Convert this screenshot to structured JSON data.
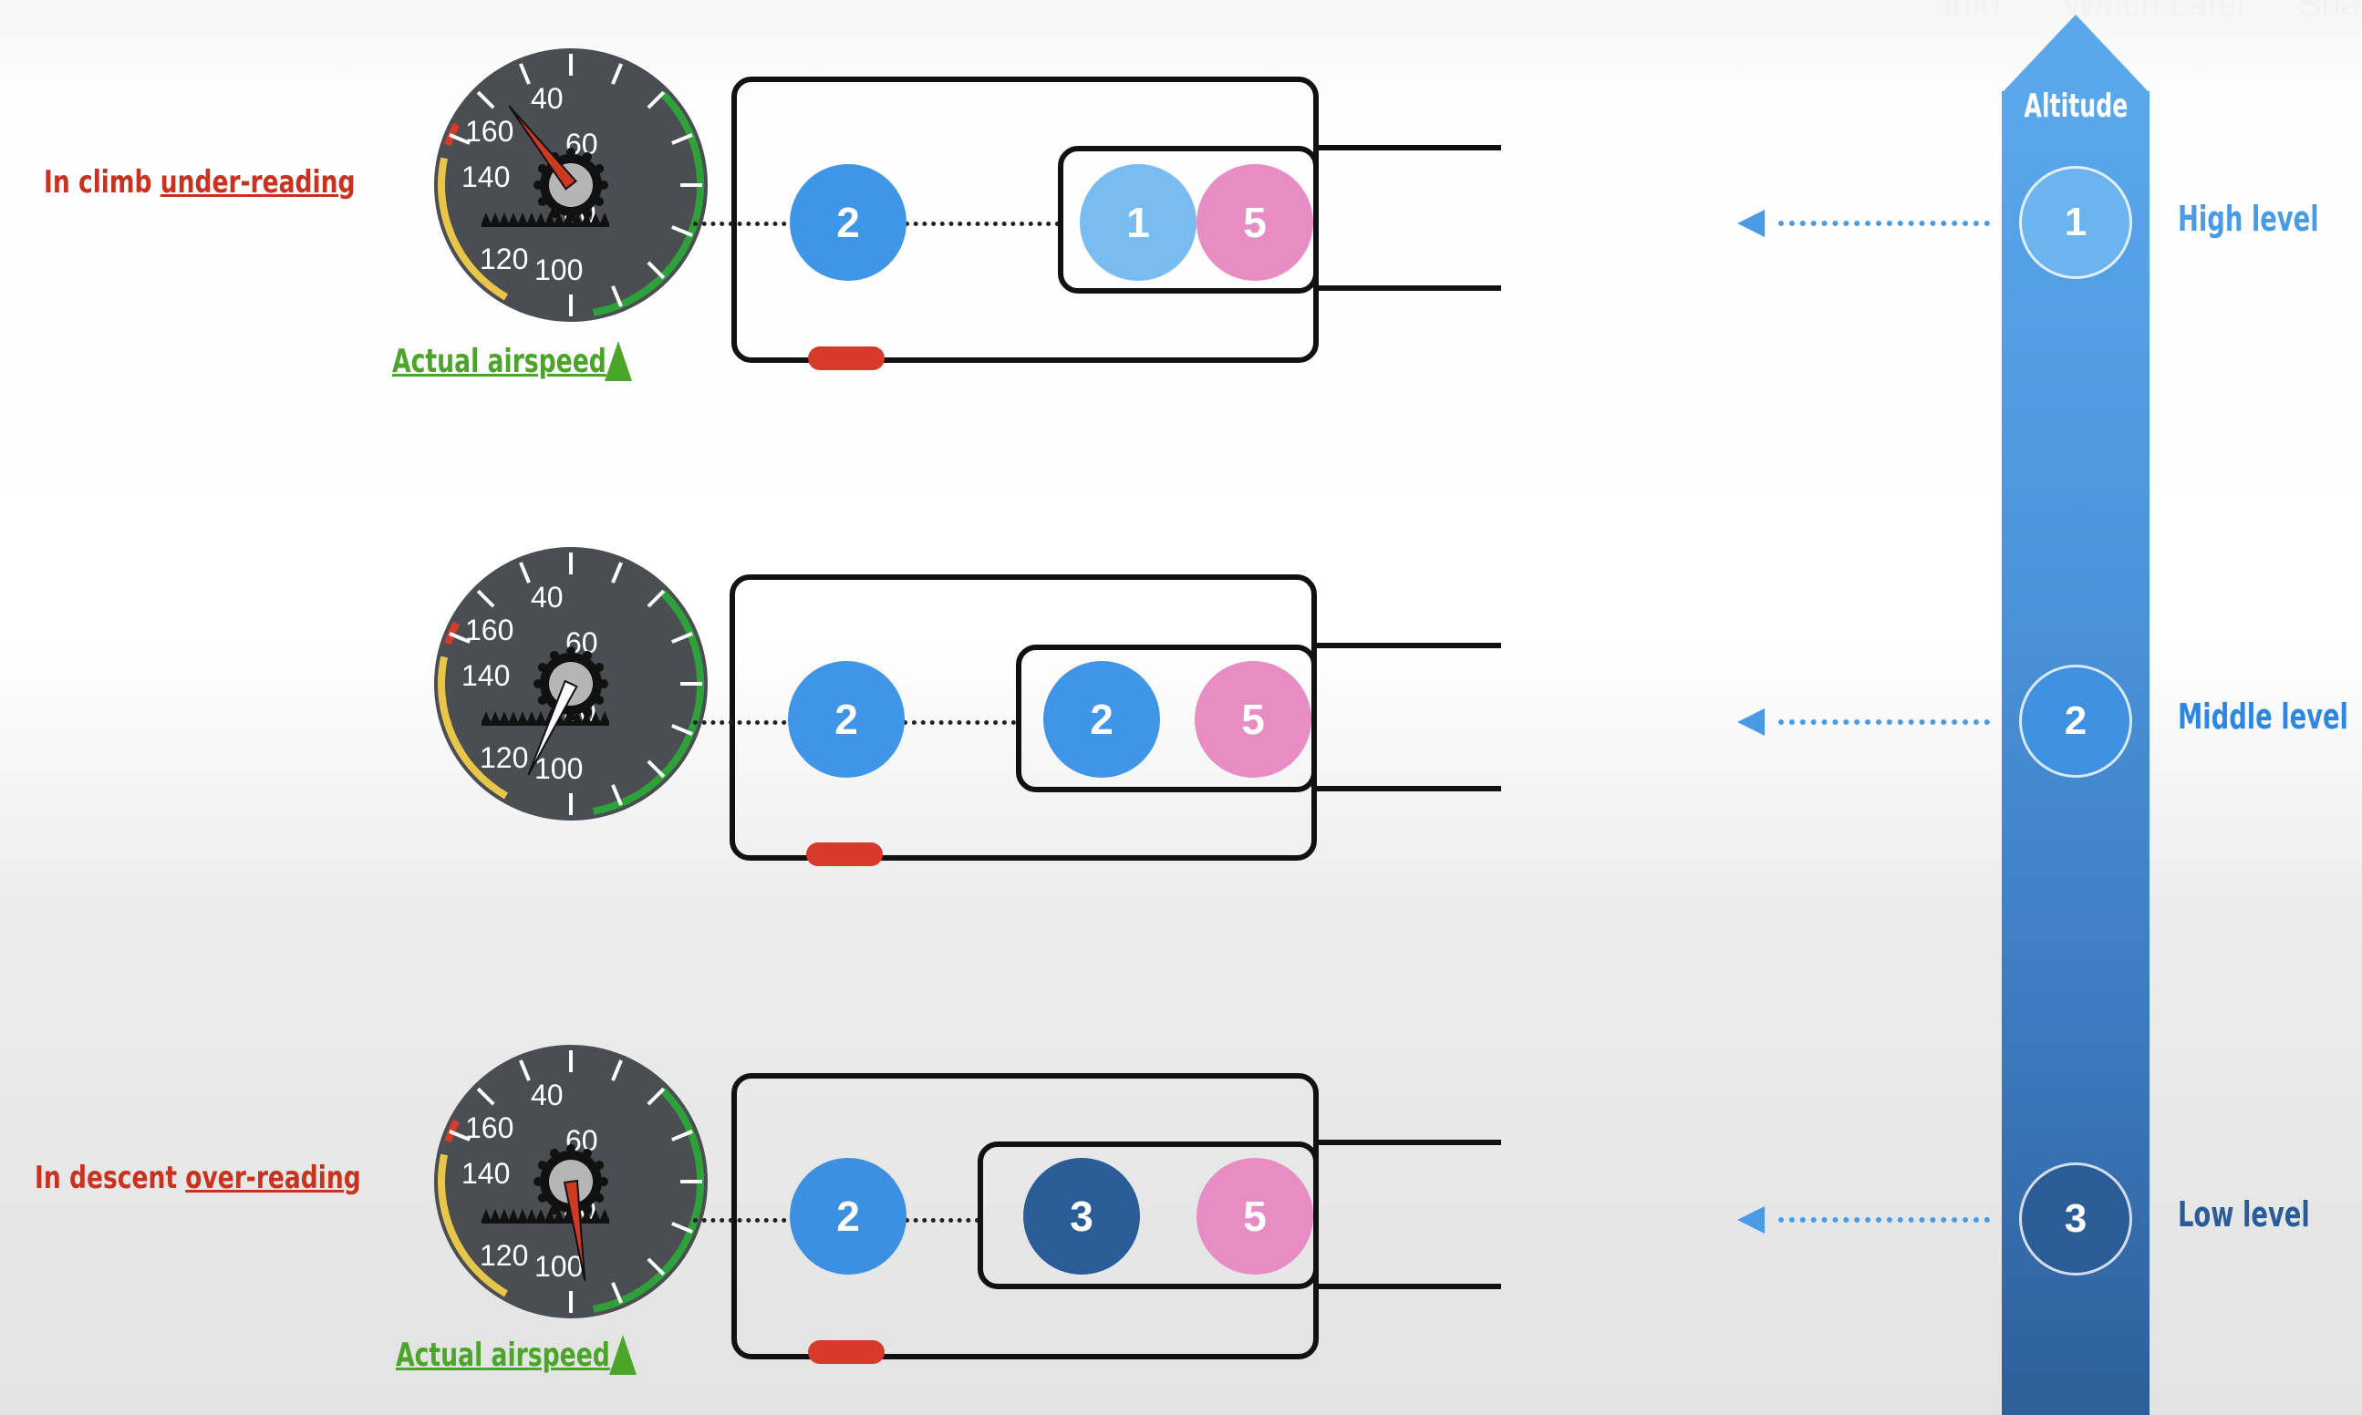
{
  "overlay": {
    "info": "Info",
    "watch_later": "Watch Later",
    "share": "Sha"
  },
  "rows": [
    {
      "title_prefix": "In climb ",
      "title_underlined": "under-reading",
      "annotation": "Actual airspeed",
      "gauge": {
        "ticks": [
          "40",
          "60",
          "80",
          "100",
          "120",
          "140",
          "160"
        ],
        "needle_color": "#cc3a22"
      },
      "pitot_node": "2",
      "inner_node": "1",
      "static_node": "5"
    },
    {
      "title_prefix": "",
      "title_underlined": "",
      "annotation": "",
      "gauge": {
        "ticks": [
          "40",
          "60",
          "80",
          "100",
          "120",
          "140",
          "160"
        ],
        "needle_color": "#ffffff"
      },
      "pitot_node": "2",
      "inner_node": "2",
      "static_node": "5"
    },
    {
      "title_prefix": "In descent ",
      "title_underlined": "over-reading",
      "annotation": "Actual airspeed",
      "gauge": {
        "ticks": [
          "40",
          "60",
          "80",
          "100",
          "120",
          "140",
          "160"
        ],
        "needle_color": "#cc3a22"
      },
      "pitot_node": "2",
      "inner_node": "3",
      "static_node": "5"
    }
  ],
  "altitude": {
    "title": "Altitude",
    "levels": [
      {
        "number": "1",
        "label": "High level",
        "color": "#6bb4f0"
      },
      {
        "number": "2",
        "label": "Middle level",
        "color": "#3f90e0"
      },
      {
        "number": "3",
        "label": "Low level",
        "color": "#2a5d98"
      }
    ]
  },
  "colors": {
    "pitot_blue": "#3f95e8",
    "static_pink": "#e88cc4",
    "title_red": "#c8321e",
    "annotation_green": "#4aa529",
    "alt_top": "#5aa7ec",
    "alt_bottom": "#2d5f99"
  }
}
